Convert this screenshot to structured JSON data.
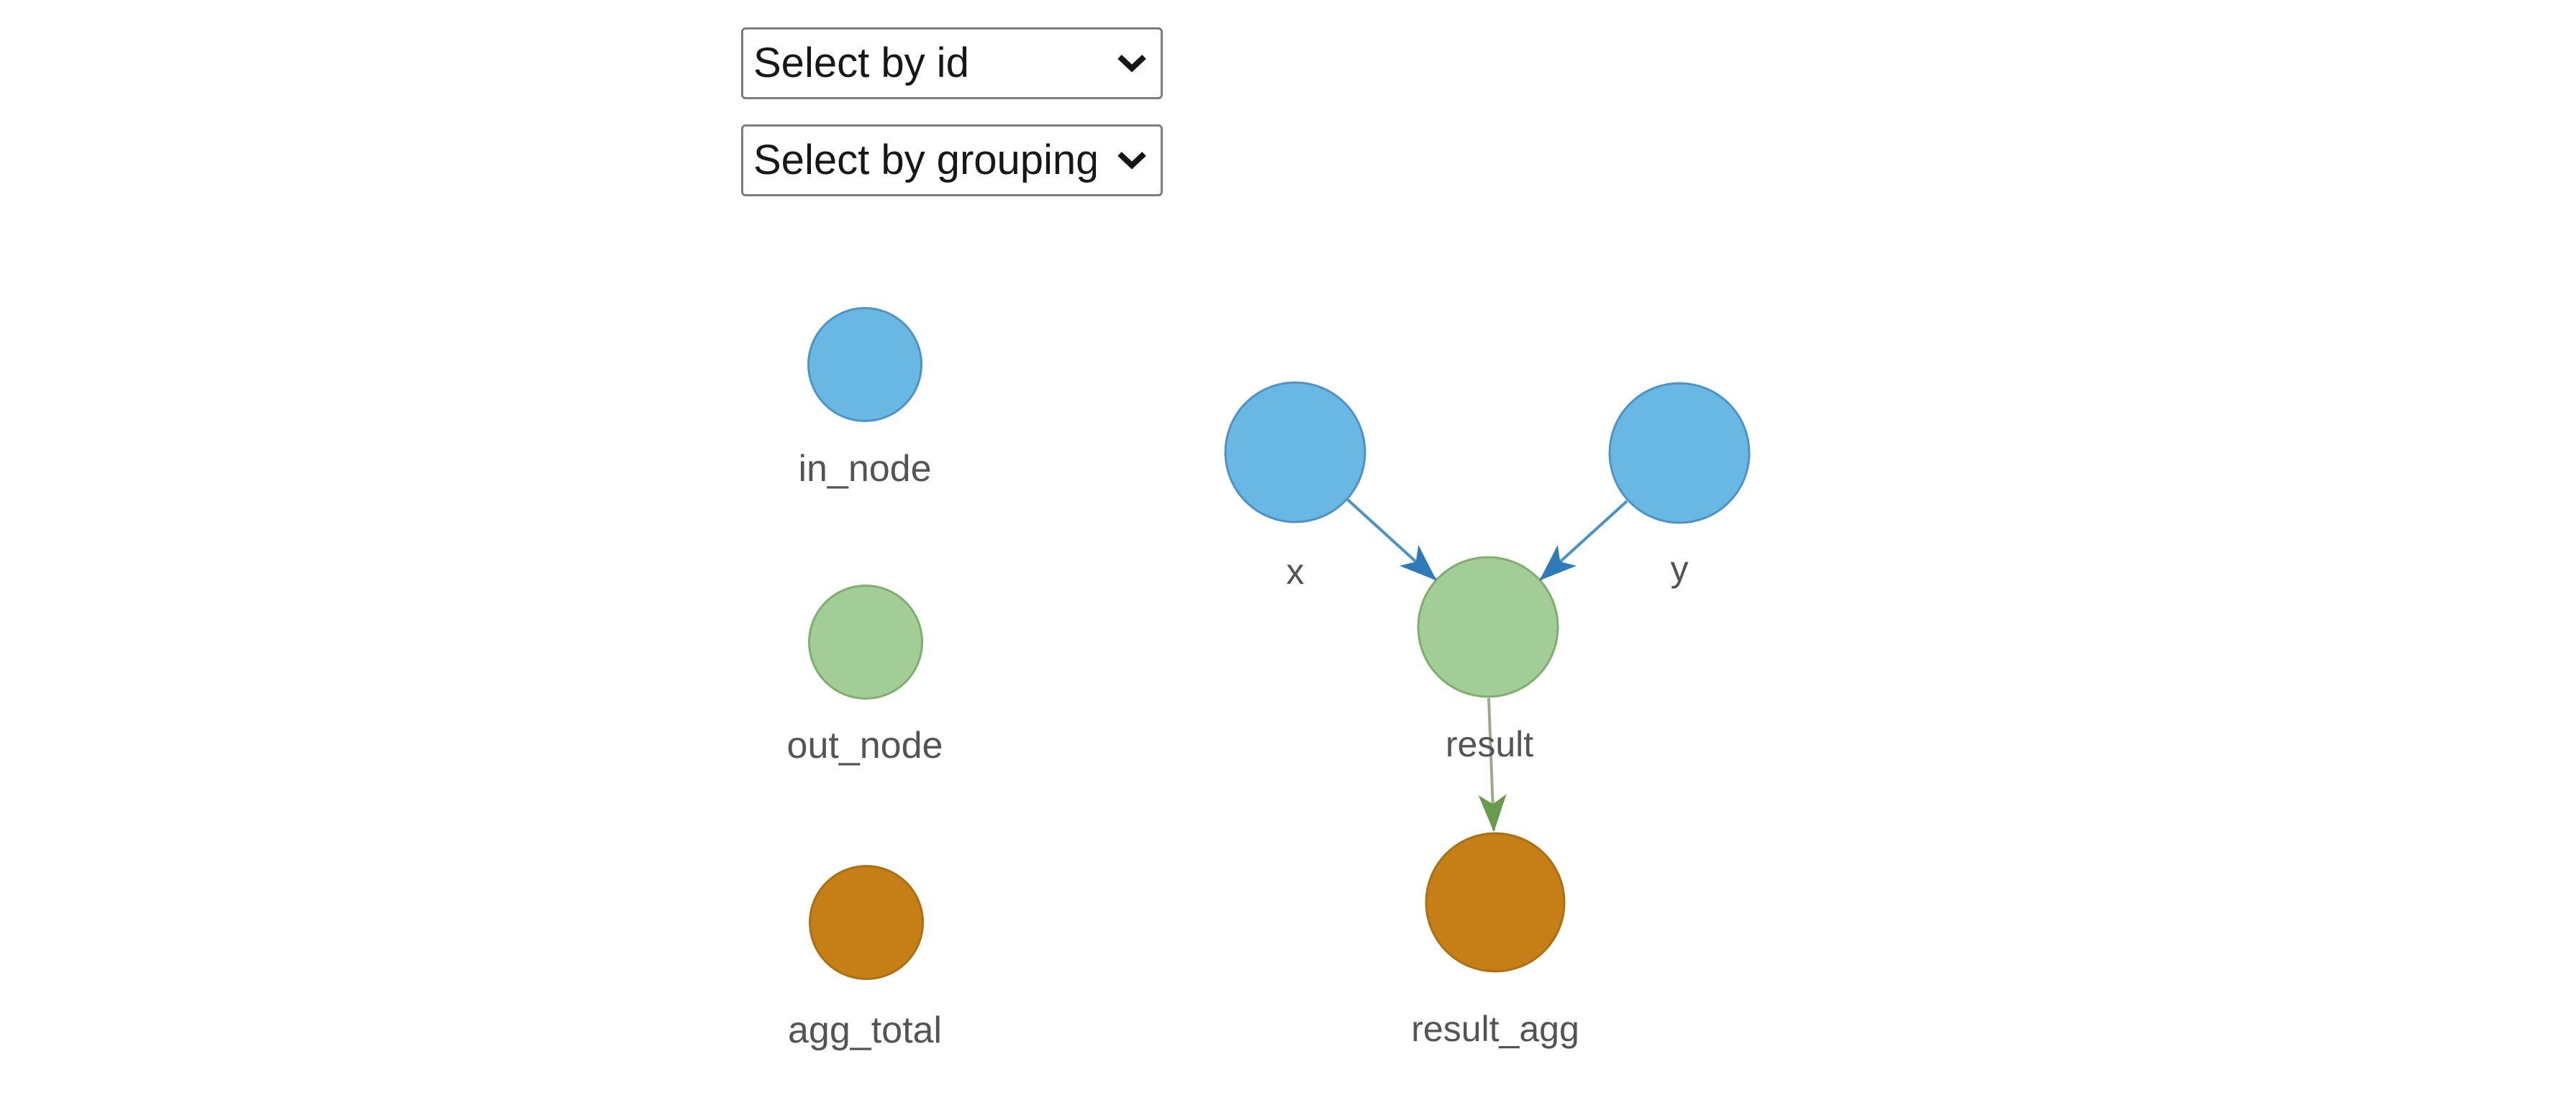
{
  "controls": {
    "select_by_id": "Select by id",
    "select_by_grouping": "Select by grouping"
  },
  "legend": {
    "items": [
      {
        "label": "in_node",
        "color": "#69b8e4",
        "border": "#4e93c5"
      },
      {
        "label": "out_node",
        "color": "#a3cd96",
        "border": "#7fae6e"
      },
      {
        "label": "agg_total",
        "color": "#c67e17",
        "border": "#aa7013"
      }
    ]
  },
  "graph": {
    "nodes": [
      {
        "id": "x",
        "label": "x",
        "group": "in_node"
      },
      {
        "id": "y",
        "label": "y",
        "group": "in_node"
      },
      {
        "id": "result",
        "label": "result",
        "group": "out_node"
      },
      {
        "id": "result_agg",
        "label": "result_agg",
        "group": "agg_total"
      }
    ],
    "edges": [
      {
        "from": "x",
        "to": "result",
        "color": "#2e7bb8"
      },
      {
        "from": "y",
        "to": "result",
        "color": "#2e7bb8"
      },
      {
        "from": "result",
        "to": "result_agg",
        "color": "#699b4e"
      }
    ]
  },
  "palette": {
    "in_node_fill": "#69b8e4",
    "in_node_border": "#4e93c5",
    "out_node_fill": "#a3cd96",
    "out_node_border": "#7fae6e",
    "agg_total_fill": "#c67e17",
    "agg_total_border": "#aa7013",
    "blue_edge": "#4a92c9",
    "blue_arrow": "#2e7bb8",
    "green_edge": "#9aab8c",
    "green_arrow": "#699b4e",
    "label_text": "#545456"
  }
}
